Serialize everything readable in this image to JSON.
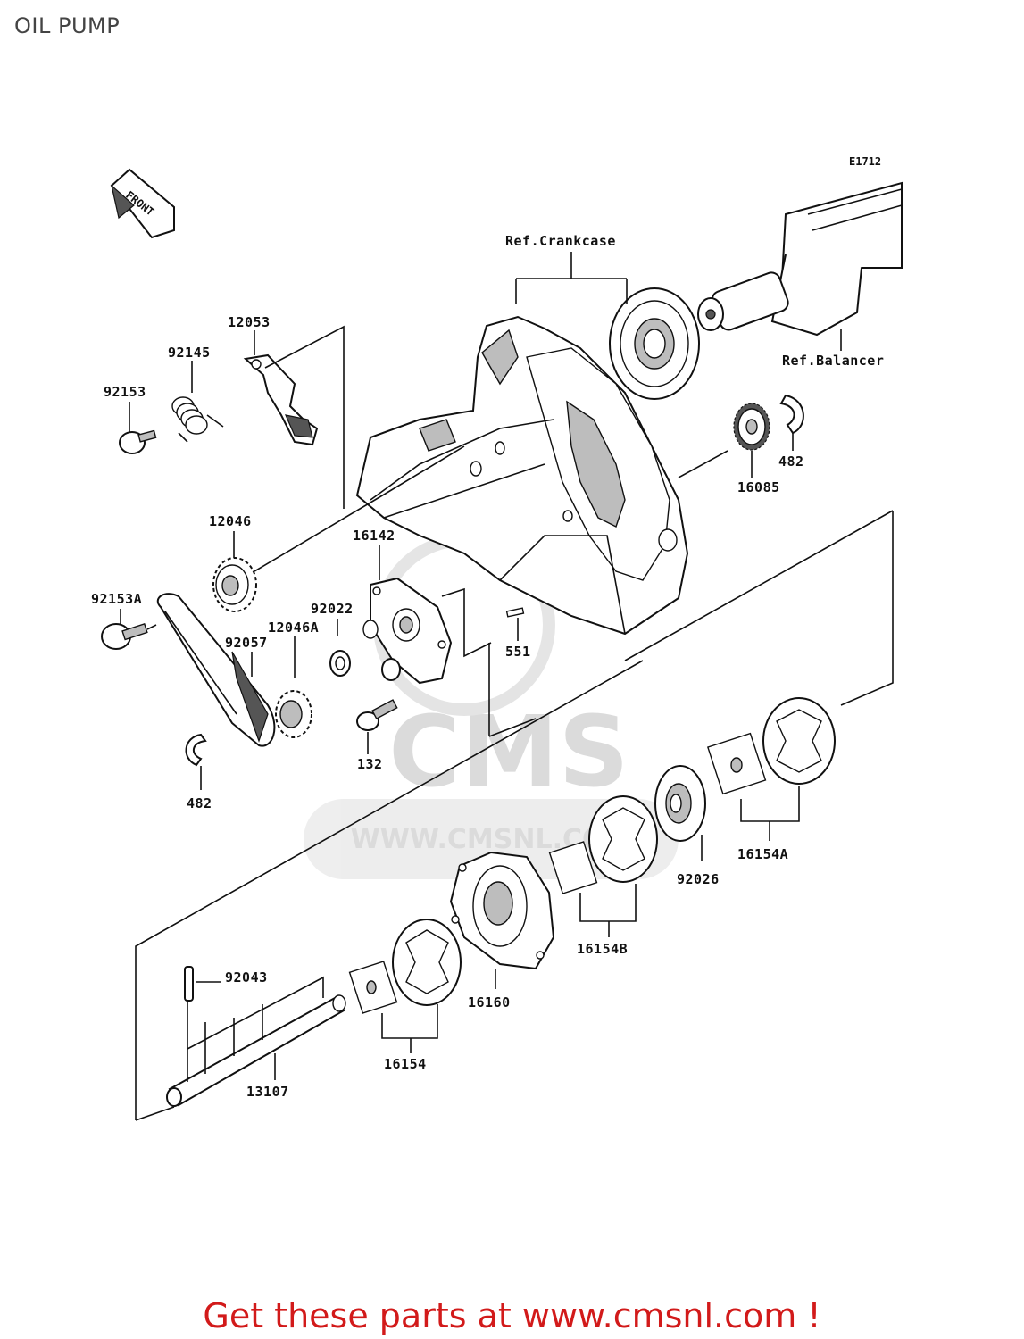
{
  "header": {
    "title": "OIL PUMP"
  },
  "diagram": {
    "ref_code": "E1712",
    "direction_label": "FRONT",
    "watermark": {
      "brand": "CMS",
      "url": "WWW.CMSNL.COM"
    },
    "refs": {
      "crankcase": "Ref.Crankcase",
      "balancer": "Ref.Balancer"
    },
    "parts": {
      "p12053": "12053",
      "p92145": "92145",
      "p92153": "92153",
      "p12046": "12046",
      "p92153A": "92153A",
      "p92057": "92057",
      "p12046A": "12046A",
      "p92022": "92022",
      "p16142": "16142",
      "p482_left": "482",
      "p132": "132",
      "p551": "551",
      "p16085": "16085",
      "p482_right": "482",
      "p16154A": "16154A",
      "p92026": "92026",
      "p16154B": "16154B",
      "p16160": "16160",
      "p16154": "16154",
      "p92043": "92043",
      "p13107": "13107"
    }
  },
  "footer": {
    "cta": "Get these parts at www.cmsnl.com !"
  },
  "colors": {
    "cta": "#d21a1a",
    "watermark": "#d8d8d8"
  }
}
